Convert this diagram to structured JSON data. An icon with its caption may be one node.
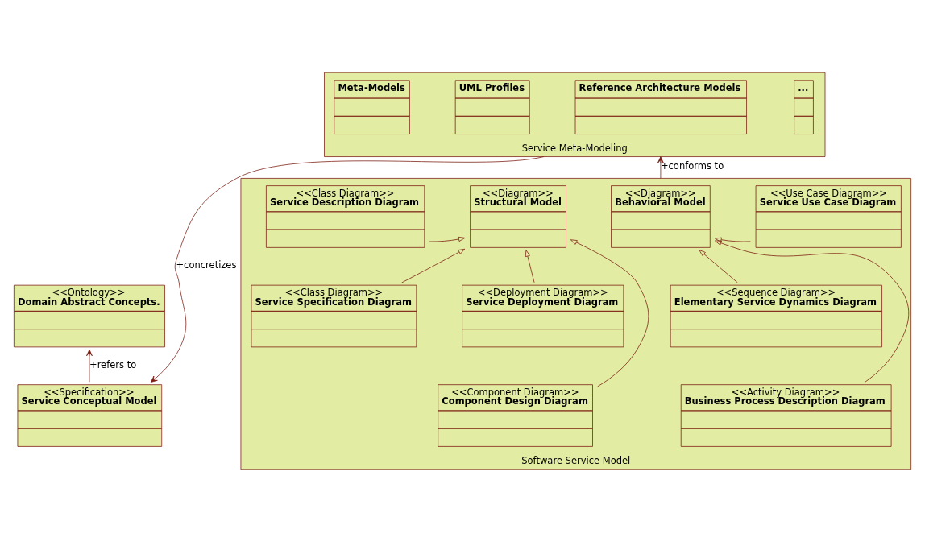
{
  "diagram": {
    "nodes": [
      {
        "text": [
          "<<Ontology>>",
          "Domain Abstract Concepts."
        ]
      },
      {
        "text": [
          "<<Specification>>",
          "Service Conceptual Model"
        ]
      },
      {
        "text": [
          "Service Meta-Modeling"
        ]
      },
      {
        "text": [
          "Meta-Models"
        ],
        "in": 2
      },
      {
        "text": [
          "UML Profiles"
        ],
        "in": 2
      },
      {
        "text": [
          "Reference Architecture Models"
        ],
        "in": 2
      },
      {
        "text": [
          "..."
        ],
        "in": 2
      },
      {
        "text": [
          "Software Service Model"
        ]
      },
      {
        "text": [
          "<<Class Diagram>>",
          "Service Description Diagram"
        ],
        "in": 7
      },
      {
        "text": [
          "<<Diagram>>",
          "Structural Model"
        ],
        "in": 7
      },
      {
        "text": [
          "<<Diagram>>",
          "Behavioral Model"
        ],
        "in": 7
      },
      {
        "text": [
          "<<Use Case Diagram>>",
          "Service Use Case Diagram"
        ],
        "in": 7
      },
      {
        "text": [
          "<<Class Diagram>>",
          "Service Specification Diagram"
        ],
        "in": 7
      },
      {
        "text": [
          "<<Deployment Diagram>>",
          "Service Deployment Diagram"
        ],
        "in": 7
      },
      {
        "text": [
          "<<Sequence Diagram>>",
          "Elementary Service Dynamics Diagram"
        ],
        "in": 7
      },
      {
        "text": [
          "<<Component Diagram>>",
          "Component Design Diagram"
        ],
        "in": 7
      },
      {
        "text": [
          "<<Activity Diagram>>",
          "Business Process Description Diagram"
        ],
        "in": 7
      }
    ],
    "edges": [
      {
        "from": 1,
        "to": 0,
        "arrow": "to",
        "label": "+refers to"
      },
      {
        "from": 2,
        "to": 1,
        "arrow": "to",
        "label": "+concretizes"
      },
      {
        "from": 7,
        "to": 2,
        "arrow": "to",
        "label": "+conforms to"
      },
      {
        "from": 8,
        "to": 9,
        "arrow": "to"
      },
      {
        "from": 11,
        "to": 10,
        "arrow": "to"
      },
      {
        "from": 12,
        "to": 9,
        "arrow": "to"
      },
      {
        "from": 13,
        "to": 9,
        "arrow": "to"
      },
      {
        "from": 15,
        "to": 9,
        "arrow": "to"
      },
      {
        "from": 14,
        "to": 10,
        "arrow": "to"
      },
      {
        "from": 16,
        "to": 10,
        "arrow": "to"
      }
    ]
  }
}
